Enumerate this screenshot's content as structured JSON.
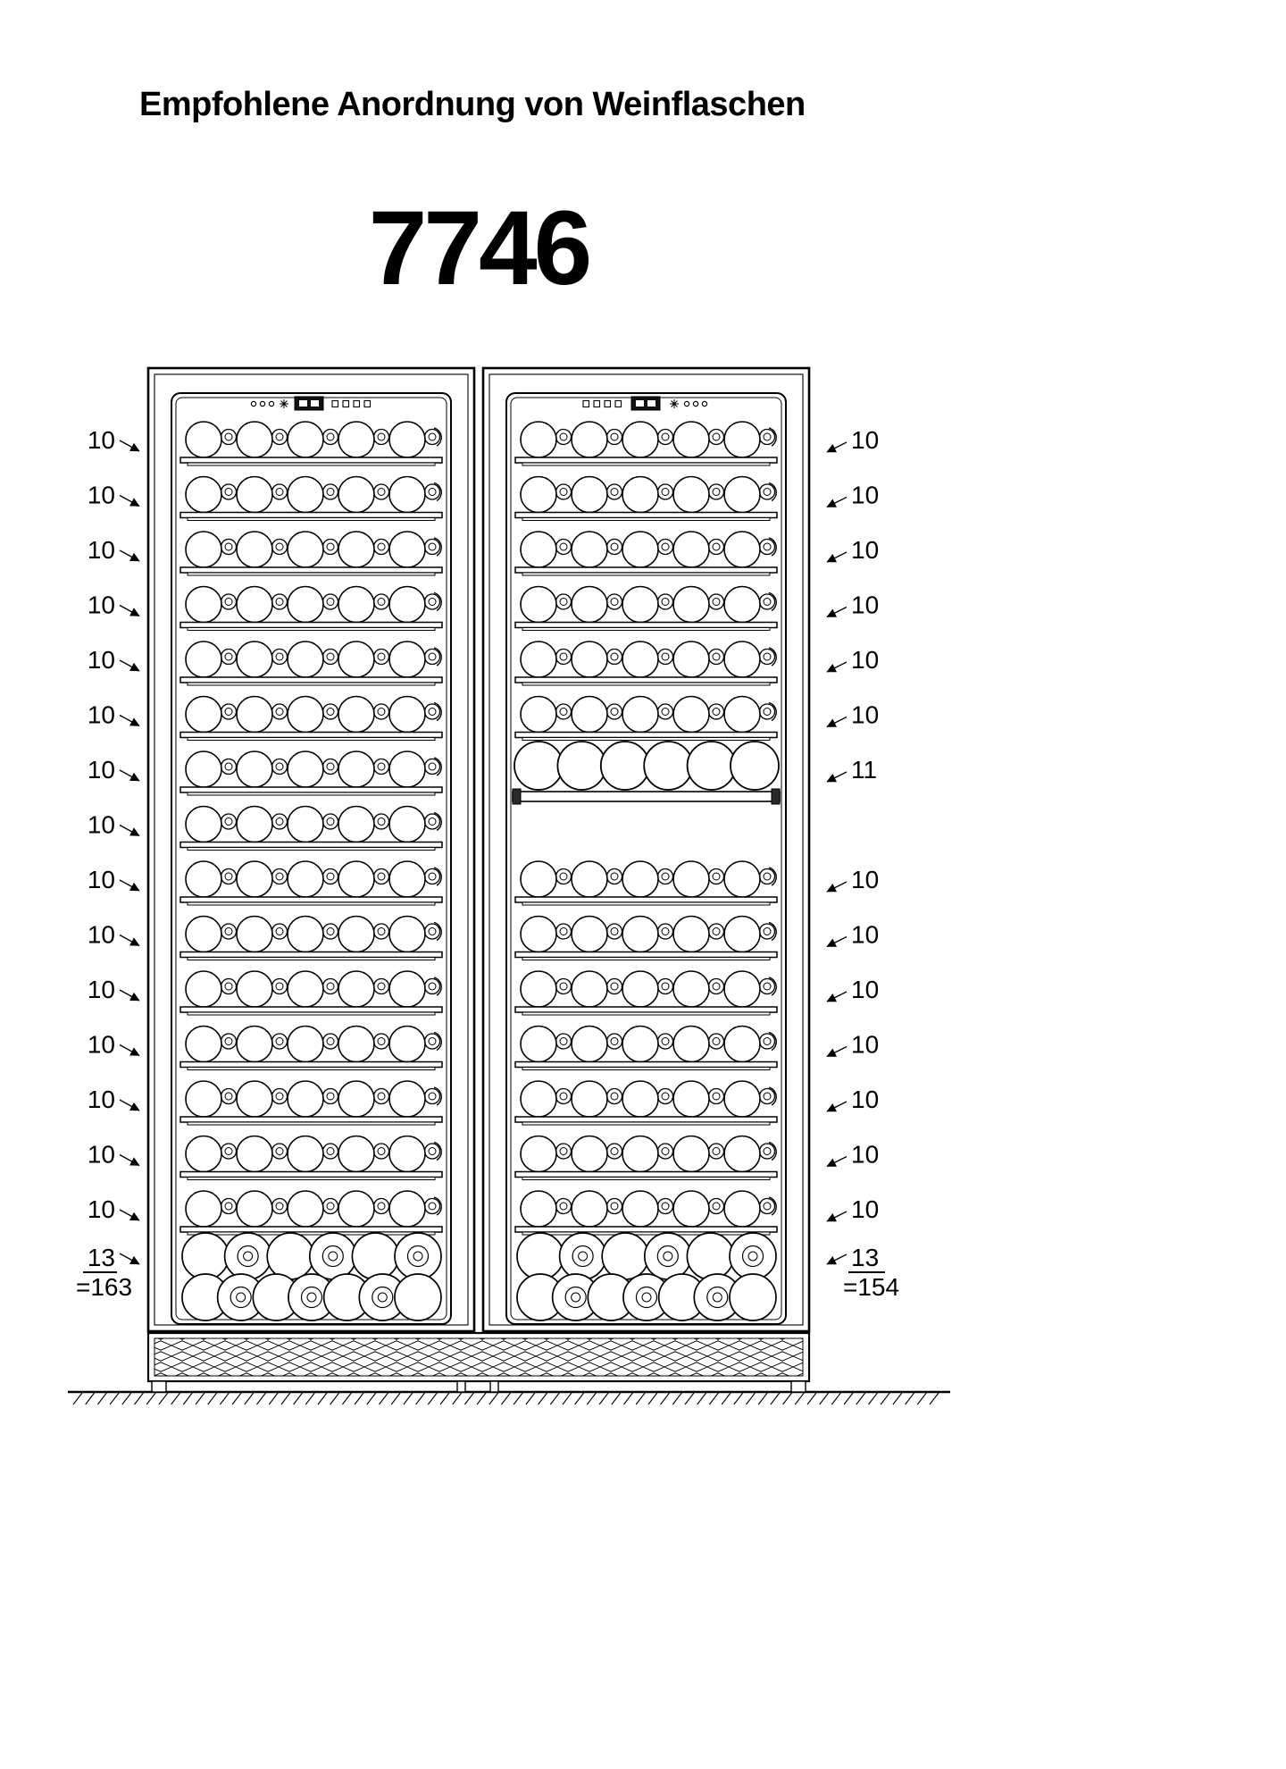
{
  "title": "Empfohlene Anordnung von Weinflaschen",
  "model": "7746",
  "left_cabinet": {
    "shelf_labels": [
      "10",
      "10",
      "10",
      "10",
      "10",
      "10",
      "10",
      "10",
      "10",
      "10",
      "10",
      "10",
      "10",
      "10",
      "10"
    ],
    "base_label": "13",
    "total_label": "=163"
  },
  "right_cabinet": {
    "shelf_labels": [
      {
        "row": 0,
        "value": "10"
      },
      {
        "row": 1,
        "value": "10"
      },
      {
        "row": 2,
        "value": "10"
      },
      {
        "row": 3,
        "value": "10"
      },
      {
        "row": 4,
        "value": "10"
      },
      {
        "row": 5,
        "value": "10"
      },
      {
        "row": 6,
        "value": "11"
      },
      {
        "row": 8,
        "value": "10"
      },
      {
        "row": 9,
        "value": "10"
      },
      {
        "row": 10,
        "value": "10"
      },
      {
        "row": 11,
        "value": "10"
      },
      {
        "row": 12,
        "value": "10"
      },
      {
        "row": 13,
        "value": "10"
      },
      {
        "row": 14,
        "value": "10"
      }
    ],
    "base_label": "13",
    "total_label": "=154"
  }
}
